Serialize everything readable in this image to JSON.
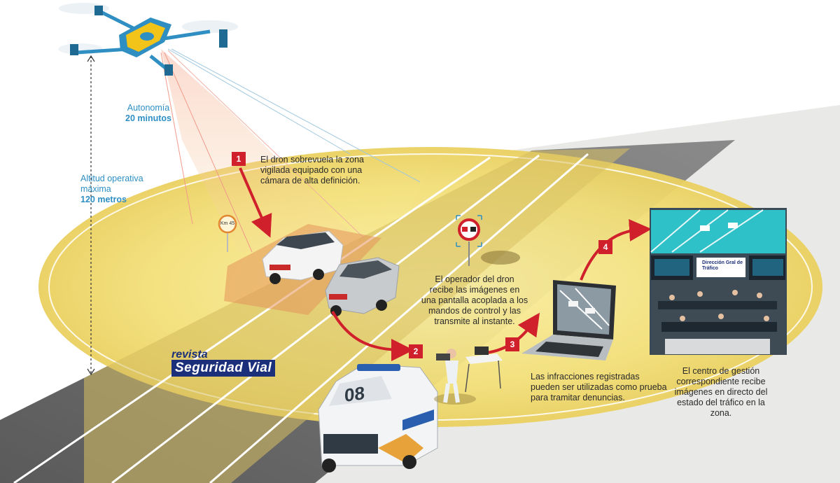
{
  "labels": {
    "autonomy_title": "Autonomía",
    "autonomy_value": "20 minutos",
    "altitude_line1": "Altitud operativa",
    "altitude_line2": "máxima",
    "altitude_value": "120 metros"
  },
  "steps": [
    {
      "number": "1",
      "lines": [
        "El dron sobrevuela la zona",
        "vigilada equipado con una",
        "cámara de alta definición."
      ]
    },
    {
      "number": "2",
      "lines": [
        "El operador del dron",
        "recibe las imágenes en",
        "una pantalla acoplada a los",
        "mandos de control y las",
        "transmite al instante."
      ]
    },
    {
      "number": "3",
      "lines": [
        "Las  infracciones registradas",
        "pueden ser utilizadas como prueba",
        "para tramitar denuncias."
      ]
    },
    {
      "number": "4",
      "lines": [
        "El centro de gestión",
        "correspondiente recibe",
        "imágenes en directo del",
        "estado del tráfico en la",
        "zona."
      ]
    }
  ],
  "brand": {
    "line1": "revista",
    "line2": "Seguridad Vial"
  },
  "van_number": "08",
  "control_room_sign": "Dirección Gral de Tráfico",
  "speed_sign": "Km 45",
  "colors": {
    "accent_red": "#d0202b",
    "label_blue": "#2d8fc4",
    "zone_yellow": "#f3e27a",
    "road_gray": "#6c6c6c",
    "drone_blue": "#2f8fc2",
    "drone_yellow": "#f2c318",
    "brand_blue": "#1b2f7a"
  }
}
